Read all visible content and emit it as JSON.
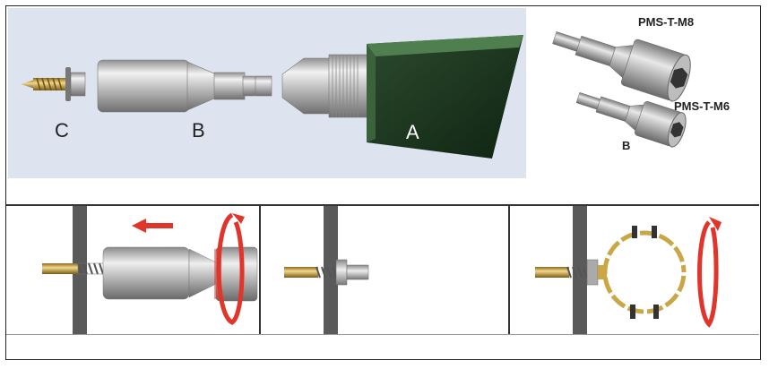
{
  "top_left": {
    "labels": {
      "c": "C",
      "b": "B",
      "a": "A"
    },
    "colors": {
      "background": "#dde3ef",
      "drill_body": "#1f3b22",
      "drill_edge": "#4f7f4f",
      "metal": "#c9c9c9",
      "brass": "#d6b25b"
    }
  },
  "top_right": {
    "label_large": "PMS-T-M8",
    "label_small": "PMS-T-M6",
    "label_b": "B"
  },
  "bottom": {
    "panels": [
      {
        "name": "step-1",
        "arrow_color": "#e0352b"
      },
      {
        "name": "step-2"
      },
      {
        "name": "step-3",
        "arrow_color": "#e0352b"
      }
    ],
    "wall_color": "#555555"
  }
}
